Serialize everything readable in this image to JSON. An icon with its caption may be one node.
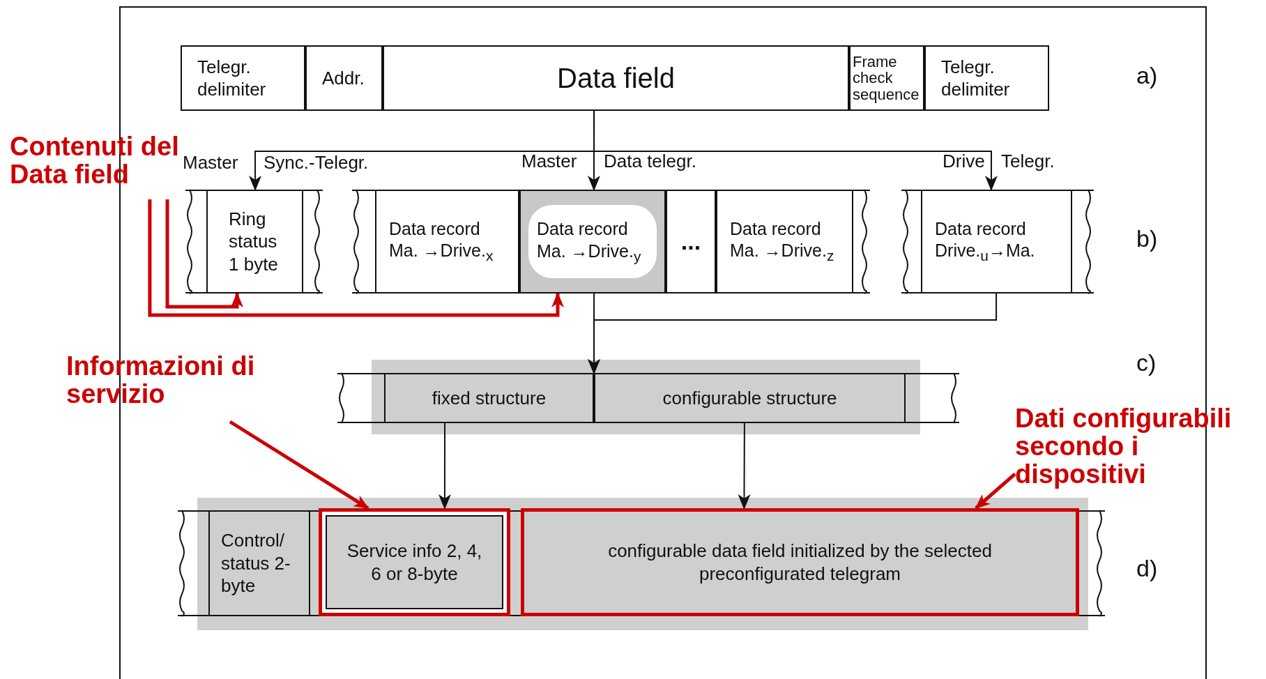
{
  "diagram": {
    "nodes": [
      {
        "text": [
          "Telegr. delimiter"
        ]
      },
      {
        "text": [
          "Addr."
        ]
      },
      {
        "text": [
          "Data field"
        ]
      },
      {
        "text": [
          "Frame check sequence"
        ]
      },
      {
        "text": [
          "Telegr. delimiter"
        ]
      },
      {
        "text": [
          "Contenuti del Data field"
        ]
      },
      {
        "text": [],
        "shape": "box"
      },
      {
        "text": [
          "Ring status 1 byte"
        ],
        "in": 6
      },
      {
        "text": [],
        "shape": "box"
      },
      {
        "text": [
          "Data record Ma. →Drive.$_{x}$"
        ],
        "in": 8
      },
      {
        "text": [
          "Data record Ma. →Drive.$_{y}$"
        ],
        "in": 8
      },
      {
        "text": [
          "..."
        ],
        "in": 8
      },
      {
        "text": [
          "Data record Ma. →Drive.$_{z}$"
        ],
        "in": 8
      },
      {
        "text": [],
        "shape": "box"
      },
      {
        "text": [
          "Data record Drive.$_{u}$→Ma."
        ],
        "in": 13
      },
      {
        "text": [
          "Informazioni di servizio"
        ]
      },
      {
        "text": [],
        "shape": "box"
      },
      {
        "text": [
          "fixed structure"
        ],
        "in": 16
      },
      {
        "text": [
          "configurable structure"
        ],
        "in": 16
      },
      {
        "text": [
          "Dati configurabili secondo i dispositivi"
        ]
      },
      {
        "text": [],
        "shape": "box"
      },
      {
        "text": [
          "Control/ status 2-byte"
        ],
        "in": 20
      },
      {
        "text": [
          "Service info 2, 4, 6 or 8-byte"
        ],
        "in": 20
      },
      {
        "text": [
          "configurable data field initialized by the selected preconfigurated telegram"
        ],
        "in": 20
      }
    ],
    "edges": [
      {
        "from": 2,
        "to": 6,
        "arrow": "to"
      },
      {
        "from": 2,
        "to": 8,
        "arrow": "to"
      },
      {
        "from": 2,
        "to": 13,
        "arrow": "to"
      },
      {
        "from": 5,
        "to": 7,
        "arrow": "to",
        "style": "thick",
        "color": "#cc0000"
      },
      {
        "from": 5,
        "to": 10,
        "arrow": "to",
        "style": "thick",
        "color": "#cc0000"
      },
      {
        "from": 10,
        "to": 16,
        "arrow": "to"
      },
      {
        "from": 14,
        "to": 16,
        "arrow": "to"
      },
      {
        "from": 15,
        "to": 22,
        "arrow": "to",
        "style": "thick",
        "color": "#cc0000"
      },
      {
        "from": 17,
        "to": 22,
        "arrow": "to"
      },
      {
        "from": 18,
        "to": 23,
        "arrow": "to"
      },
      {
        "from": 19,
        "to": 23,
        "arrow": "to",
        "style": "thick",
        "color": "#cc0000"
      }
    ],
    "labels": [
      "a)",
      "Master",
      "Sync.-Telegr.",
      "Master",
      "Data telegr.",
      "Drive",
      "Telegr.",
      "b)",
      "c)",
      "d)"
    ]
  }
}
